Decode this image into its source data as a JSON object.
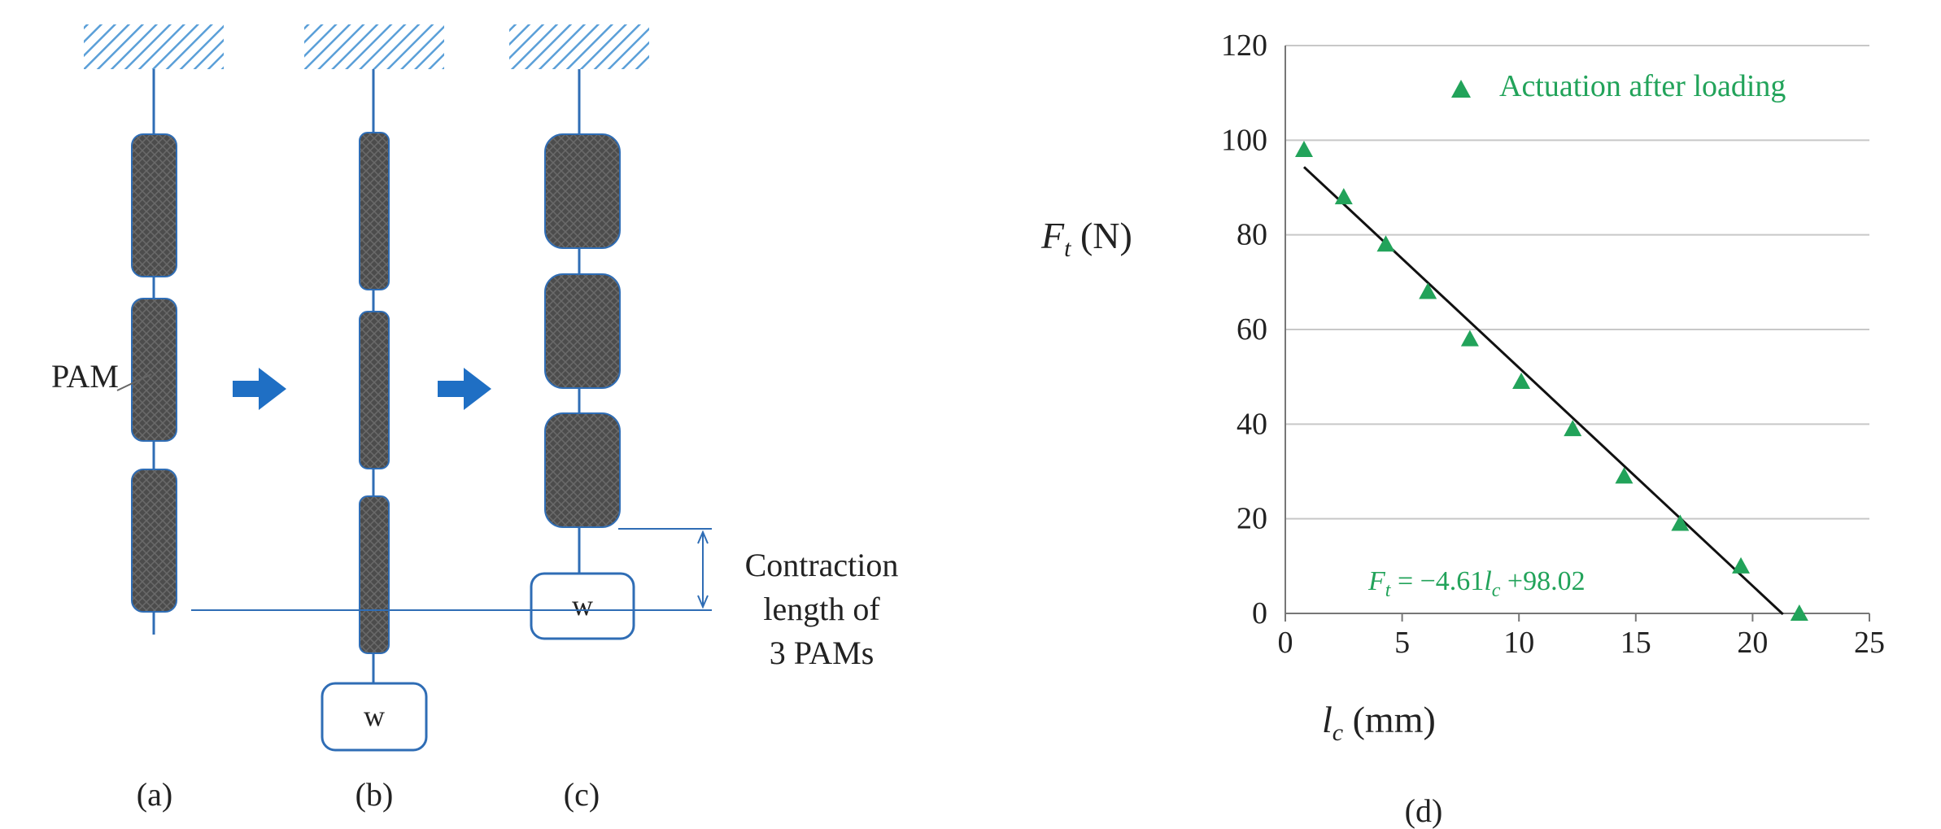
{
  "colors": {
    "link_blue": "#2f6db5",
    "hatch_blue": "#5a9fd8",
    "pam_fill": "#4c4c4c",
    "pam_stroke": "#2f6db5",
    "arrow_blue": "#1f6fc4",
    "marker_green": "#22a35a",
    "fit_line": "#111111",
    "grid": "#c8c8c8",
    "text": "#222222"
  },
  "diagram": {
    "pam_label": "PAM",
    "weight_label": "w",
    "contraction_label_lines": [
      "Contraction",
      "length of",
      "3 PAMs"
    ],
    "panel_labels": {
      "a": "(a)",
      "b": "(b)",
      "c": "(c)",
      "d": "(d)"
    },
    "icons": [
      "ground-hatch-icon",
      "right-arrow-icon",
      "pam-actuator-icon",
      "weight-icon",
      "dimension-arrow-icon"
    ]
  },
  "chart_data": {
    "type": "scatter",
    "series": [
      {
        "name": "Actuation after loading",
        "x": [
          0.8,
          2.5,
          4.3,
          6.1,
          7.9,
          10.1,
          12.3,
          14.5,
          16.9,
          19.5,
          22.0
        ],
        "y": [
          98,
          88,
          78,
          68,
          58,
          49,
          39,
          29,
          19,
          10,
          0
        ]
      }
    ],
    "fit": {
      "slope": -4.61,
      "intercept": 98.02,
      "x_range": [
        0.8,
        21.3
      ]
    },
    "equation_label": {
      "lhs": "F",
      "lhs_sub": "t",
      "mid": " = −4.61",
      "var": "l",
      "var_sub": "c",
      "rhs": " +98.02"
    },
    "y_axis_label": {
      "symbol": "F",
      "subscript": "t",
      "unit": " (N)"
    },
    "x_axis_label": {
      "symbol": "l",
      "subscript": "c",
      "unit": " (mm)"
    },
    "xlim": [
      0,
      25
    ],
    "ylim": [
      0,
      120
    ],
    "x_ticks": [
      0,
      5,
      10,
      15,
      20,
      25
    ],
    "y_ticks": [
      0,
      20,
      40,
      60,
      80,
      100,
      120
    ],
    "x_tick_labels": [
      "0",
      "5",
      "10",
      "15",
      "20",
      "25"
    ],
    "y_tick_labels": [
      "0",
      "20",
      "40",
      "60",
      "80",
      "100",
      "120"
    ],
    "grid": "horizontal",
    "legend_position": "top-right"
  }
}
